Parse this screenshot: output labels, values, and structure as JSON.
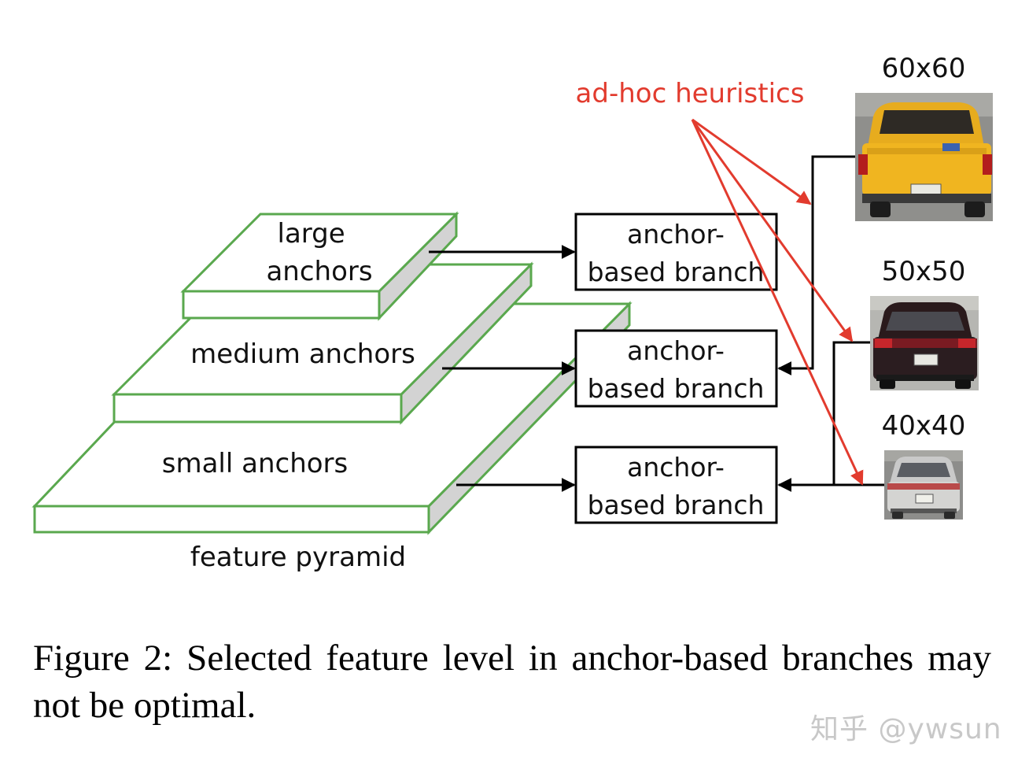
{
  "diagram": {
    "pyramid": {
      "levels": [
        {
          "label": "large\nanchors"
        },
        {
          "label": "medium anchors"
        },
        {
          "label": "small anchors"
        }
      ],
      "caption": "feature pyramid"
    },
    "branches": [
      {
        "label_line1": "anchor-",
        "label_line2": "based branch"
      },
      {
        "label_line1": "anchor-",
        "label_line2": "based branch"
      },
      {
        "label_line1": "anchor-",
        "label_line2": "based branch"
      }
    ],
    "heuristics_label": "ad-hoc heuristics",
    "objects": [
      {
        "size_label": "60x60",
        "image": "yellow pickup truck, rear view"
      },
      {
        "size_label": "50x50",
        "image": "dark red sedan, rear view"
      },
      {
        "size_label": "40x40",
        "image": "silver sedan, rear view"
      }
    ]
  },
  "colors": {
    "pyramid_outline": "#5aa84e",
    "pyramid_side": "#d3d3d3",
    "heuristics": "#e23b2e",
    "arrow": "#000000"
  },
  "caption": "Figure 2: Selected feature level in anchor-based branches may not be optimal.",
  "watermark": "知乎 @ywsun"
}
